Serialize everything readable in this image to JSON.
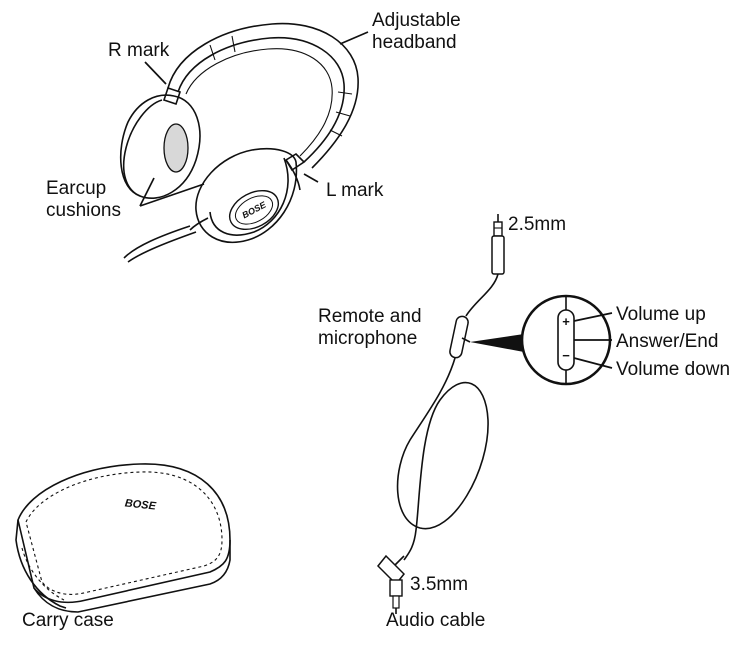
{
  "labels": {
    "headband": "Adjustable\nheadband",
    "r_mark": "R mark",
    "earcup_cushions": "Earcup\ncushions",
    "l_mark": "L mark",
    "plug_2_5": "2.5mm",
    "remote_mic": "Remote and\nmicrophone",
    "volume_up": "Volume up",
    "answer_end": "Answer/End",
    "volume_down": "Volume down",
    "plug_3_5": "3.5mm",
    "carry_case": "Carry case",
    "audio_cable": "Audio cable"
  },
  "case_logo": "BOSE",
  "earcup_logo": "BOSE",
  "remote_symbols": {
    "plus": "+",
    "minus": "−"
  },
  "colors": {
    "line": "#111111",
    "shade": "#d8d8d8",
    "background": "#ffffff"
  }
}
